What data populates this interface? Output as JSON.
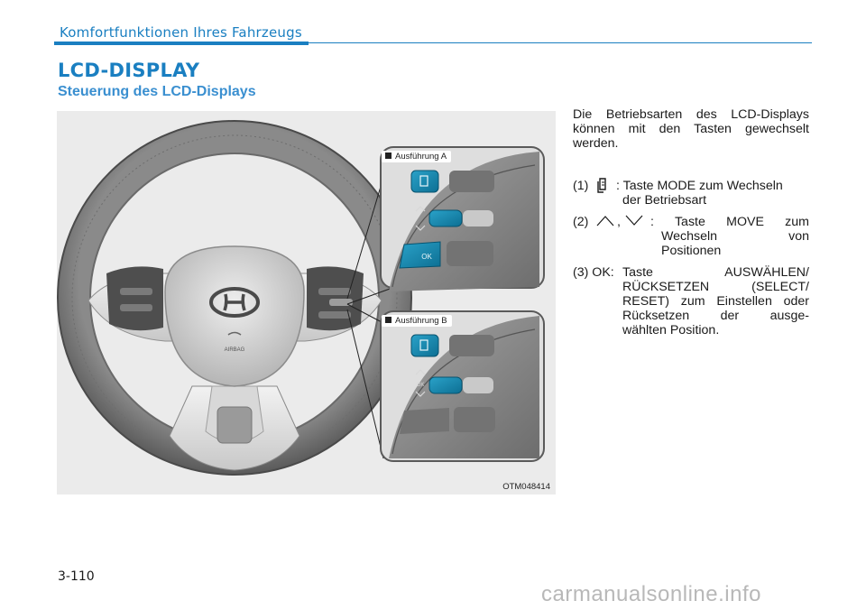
{
  "header": {
    "title": "Komfortfunktionen Ihres Fahrzeugs",
    "accent_color": "#1a7fc1"
  },
  "section": {
    "title": "LCD-DISPLAY",
    "subtitle": "Steuerung des LCD-Displays"
  },
  "figure": {
    "variant_a": "Ausführung A",
    "variant_b": "Ausführung B",
    "code": "OTM048414",
    "ok_label": "OK",
    "airbag_label": "AIRBAG"
  },
  "body": {
    "intro": "Die Betriebsarten des LCD-Displays können mit den Tasten gewechselt werden.",
    "item1_num": "(1)",
    "item1_text_1": ": Taste MODE zum Wechseln",
    "item1_text_2": "der Betriebsart",
    "item2_num": "(2)",
    "item2_sep": ",",
    "item2_text_1": ": Taste MOVE zum",
    "item2_text_2": "Wechseln von",
    "item2_text_3": "Positionen",
    "item3_num": "(3) OK:",
    "item3_text_1": "Taste AUSWÄHLEN/",
    "item3_text_2": "RÜCKSETZEN (SELECT/",
    "item3_text_3": "RESET) zum Einstellen oder",
    "item3_text_4": "Rücksetzen der ausge-",
    "item3_text_5": "wählten Position."
  },
  "footer": {
    "page_number": "3-110",
    "watermark": "carmanualsonline.info"
  }
}
